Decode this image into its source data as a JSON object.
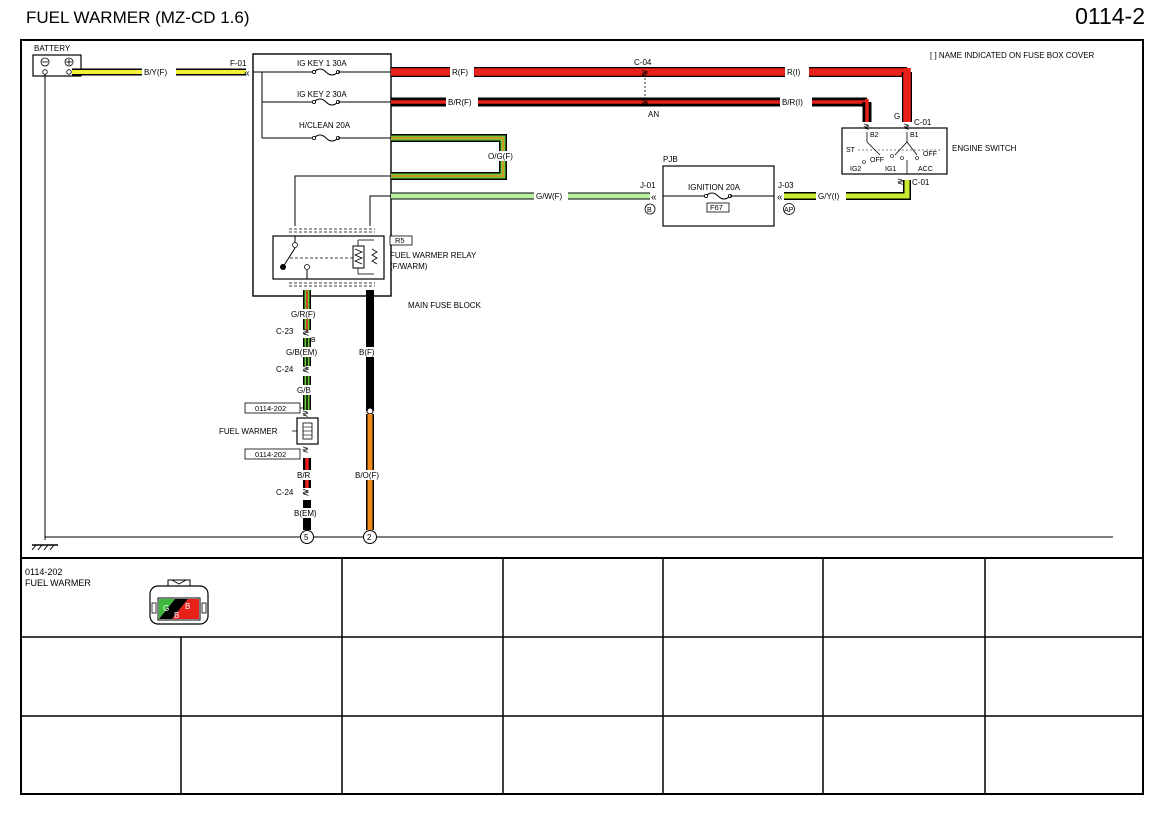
{
  "header": {
    "title": "FUEL WARMER (MZ-CD 1.6)",
    "page_number": "0114-2"
  },
  "notes": {
    "fuse_box_note": "[ ] NAME INDICATED ON FUSE BOX COVER"
  },
  "colors": {
    "yellow": "#f5ef3a",
    "red": "#e8201a",
    "green": "#6cc83a",
    "light_green": "#b8f0a0",
    "black": "#000000",
    "orange": "#f08a1c",
    "yellow_green": "#c8ec30"
  },
  "battery": {
    "label": "BATTERY"
  },
  "main_fuse_block": {
    "label": "MAIN FUSE BLOCK",
    "connector": "F-01",
    "fuses": [
      "IG KEY 1 30A",
      "IG KEY 2 30A",
      "H/CLEAN 20A"
    ],
    "relay_id": "R5",
    "relay_label_line1": "FUEL WARMER RELAY",
    "relay_label_line2": "(F/WARM)"
  },
  "pjb": {
    "label": "PJB",
    "fuse": "IGNITION 20A",
    "fuse_id": "F67",
    "in_connector": "J-01",
    "in_terminal": "B",
    "out_connector": "J-03",
    "out_terminal": "AP"
  },
  "engine_switch": {
    "label": "ENGINE SWITCH",
    "connector_top": "C-01",
    "connector_bottom": "C-01",
    "terminals": [
      "B2",
      "B1",
      "ST",
      "OFF",
      "OFF",
      "IG2",
      "IG1",
      "ACC"
    ],
    "pin_g": "G"
  },
  "wires": {
    "battery_wire": "B/Y(F)",
    "r_f": "R(F)",
    "r_i": "R(I)",
    "br_f": "B/R(F)",
    "br_i": "B/R(I)",
    "og_f": "O/G(F)",
    "gw_f": "G/W(F)",
    "gy_i": "G/Y(I)",
    "gr_f": "G/R(F)",
    "gb_em": "G/B(EM)",
    "gb": "G/B",
    "br": "B/R",
    "b_em": "B(EM)",
    "b_f": "B(F)",
    "bo_f": "B/O(F)"
  },
  "connectors": {
    "c04": "C-04",
    "an": "AN",
    "c23": "C-23",
    "c23_pin": "B",
    "c24": "C-24",
    "c24b": "C-24",
    "ground_5": "5",
    "ground_2": "2"
  },
  "fuel_warmer": {
    "label": "FUEL WARMER",
    "ref_top": "0114-202",
    "ref_bottom": "0114-202"
  },
  "connector_table": {
    "cell1_line1": "0114-202",
    "cell1_line2": "FUEL WARMER",
    "pins": [
      "G",
      "B",
      "B"
    ]
  }
}
